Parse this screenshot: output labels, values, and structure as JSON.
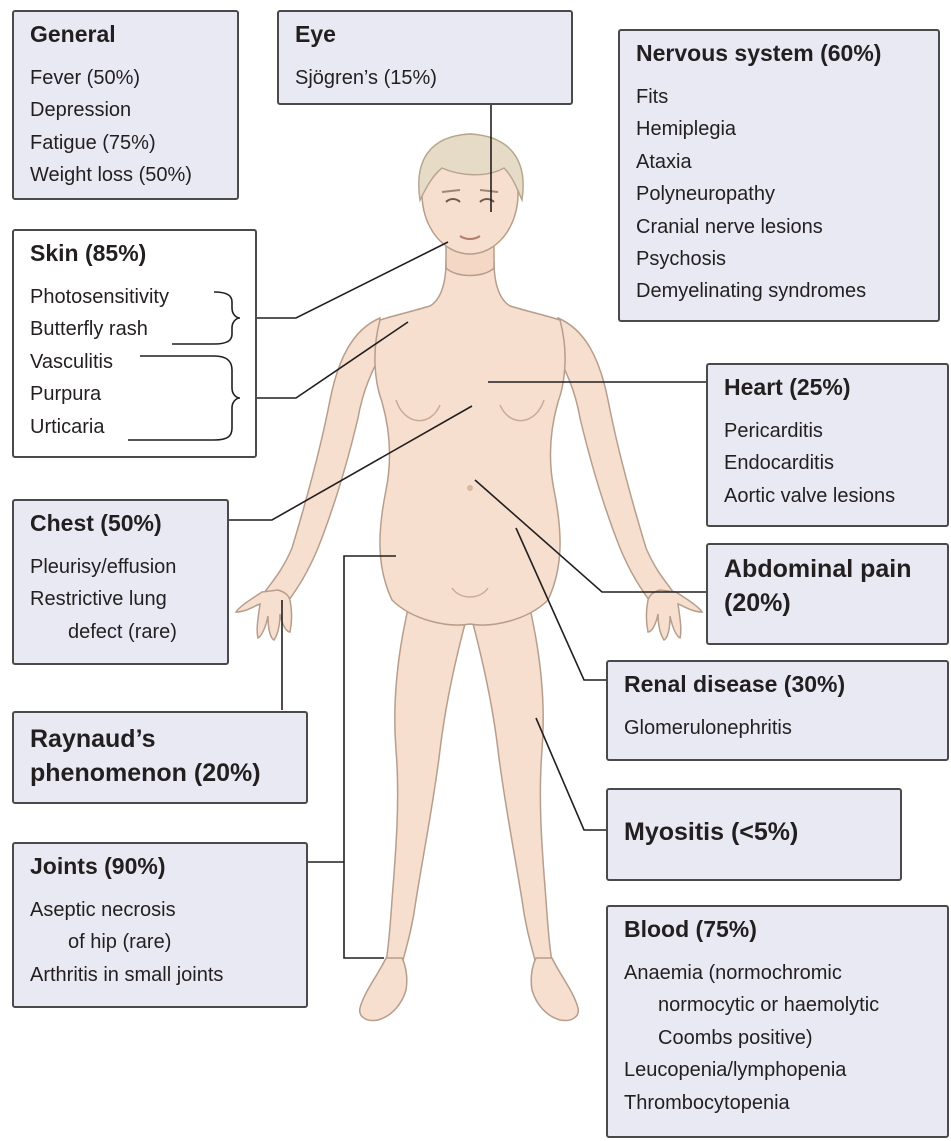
{
  "general": {
    "title": "General",
    "items": [
      "Fever (50%)",
      "Depression",
      "Fatigue (75%)",
      "Weight loss (50%)"
    ]
  },
  "eye": {
    "title": "Eye",
    "items": [
      "Sjögren’s (15%)"
    ]
  },
  "nervous": {
    "title": "Nervous system (60%)",
    "items": [
      "Fits",
      "Hemiplegia",
      "Ataxia",
      "Polyneuropathy",
      "Cranial nerve lesions",
      "Psychosis",
      "Demyelinating syndromes"
    ]
  },
  "skin": {
    "title": "Skin (85%)",
    "items": [
      "Photosensitivity",
      "Butterfly rash",
      "Vasculitis",
      "Purpura",
      "Urticaria"
    ]
  },
  "heart": {
    "title": "Heart (25%)",
    "items": [
      "Pericarditis",
      "Endocarditis",
      "Aortic valve lesions"
    ]
  },
  "chest": {
    "title": "Chest (50%)",
    "items": [
      "Pleurisy/effusion",
      "Restrictive lung",
      "defect (rare)"
    ]
  },
  "abdominal": {
    "title": "Abdominal pain (20%)"
  },
  "renal": {
    "title": "Renal disease (30%)",
    "items": [
      "Glomerulonephritis"
    ]
  },
  "raynaud": {
    "title": "Raynaud’s phenomenon (20%)"
  },
  "myositis": {
    "title": "Myositis (<5%)"
  },
  "joints": {
    "title": "Joints (90%)",
    "items": [
      "Aseptic necrosis",
      "of hip (rare)",
      "Arthritis in small joints"
    ]
  },
  "blood": {
    "title": "Blood (75%)",
    "items": [
      "Anaemia (normochromic",
      "normocytic or haemolytic",
      "Coombs positive)",
      "Leucopenia/lymphopenia",
      "Thrombocytopenia"
    ]
  },
  "colors": {
    "box_fill": "#e9e9f3",
    "box_border": "#4a4a4a",
    "skin": "#f7dfcf",
    "skin_outline": "#b79d8c",
    "hair": "#e6dbc6",
    "leader_line": "#231f20"
  }
}
